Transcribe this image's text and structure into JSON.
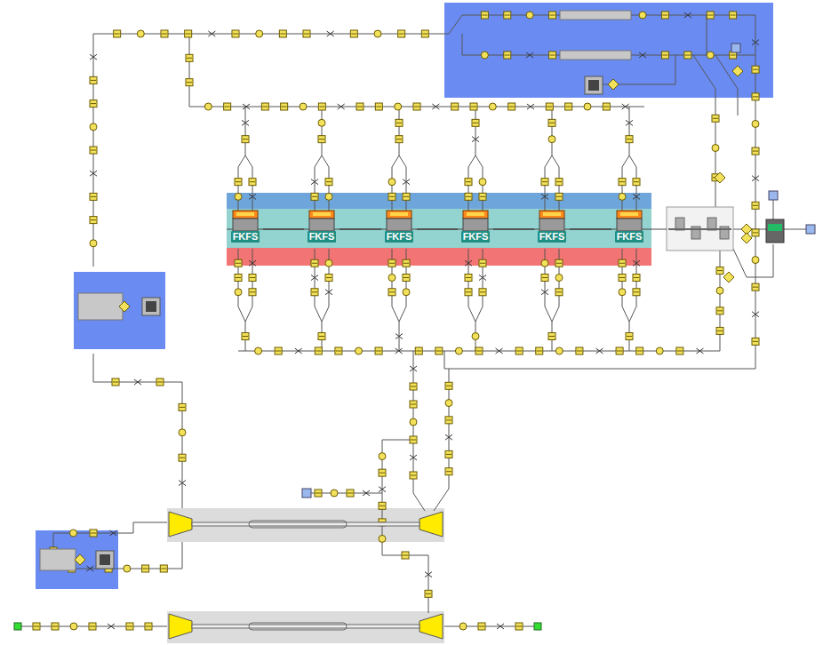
{
  "diagram": {
    "nodes": [
      {
        "text": [
          "FKFS"
        ]
      },
      {
        "text": [
          "FKFS"
        ]
      },
      {
        "text": [
          "FKFS"
        ]
      },
      {
        "text": [
          "FKFS"
        ]
      },
      {
        "text": [
          "FKFS"
        ]
      },
      {
        "text": [
          "FKFS"
        ]
      }
    ],
    "edges": [
      {
        "from": 0,
        "to": 1,
        "arrow": "none"
      },
      {
        "from": 1,
        "to": 2,
        "arrow": "none"
      },
      {
        "from": 2,
        "to": 3,
        "arrow": "none"
      },
      {
        "from": 3,
        "to": 4,
        "arrow": "none"
      },
      {
        "from": 4,
        "to": 5,
        "arrow": "none"
      }
    ]
  }
}
